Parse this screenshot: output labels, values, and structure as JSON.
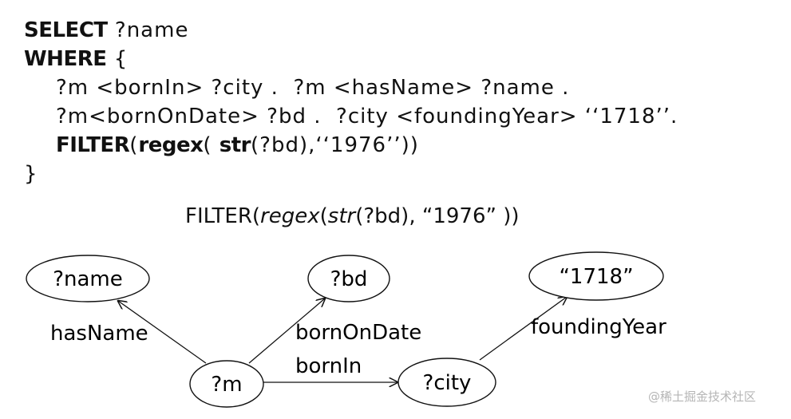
{
  "query": {
    "select_kw": "SELECT",
    "select_var": " ?name",
    "where_kw": "WHERE",
    "where_open": " {",
    "triple_1": "?m <bornIn> ?city .  ?m <hasName> ?name .",
    "triple_2": "?m<bornOnDate> ?bd .  ?city <foundingYear> ‘‘1718’’.",
    "filter_kw": "FILTER",
    "filter_open": "(",
    "regex_kw": "regex",
    "regex_open": "( ",
    "str_kw": "str",
    "filter_rest": "(?bd),‘‘1976’’))",
    "close_brace": "}"
  },
  "filter_caption": {
    "prefix": "FILTER(",
    "regex": "regex",
    "mid1": "(",
    "str": "str",
    "rest": "(?bd), “1976” ))"
  },
  "graph": {
    "nodes": {
      "name": "?name",
      "bd": "?bd",
      "year": "“1718”",
      "m": "?m",
      "city": "?city"
    },
    "edges": {
      "hasName": "hasName",
      "bornOnDate": "bornOnDate",
      "bornIn": "bornIn",
      "foundingYear": "foundingYear"
    }
  },
  "watermark": "@稀土掘金技术社区",
  "colors": {
    "ink": "#111111",
    "watermark": "#b5b5b5"
  }
}
